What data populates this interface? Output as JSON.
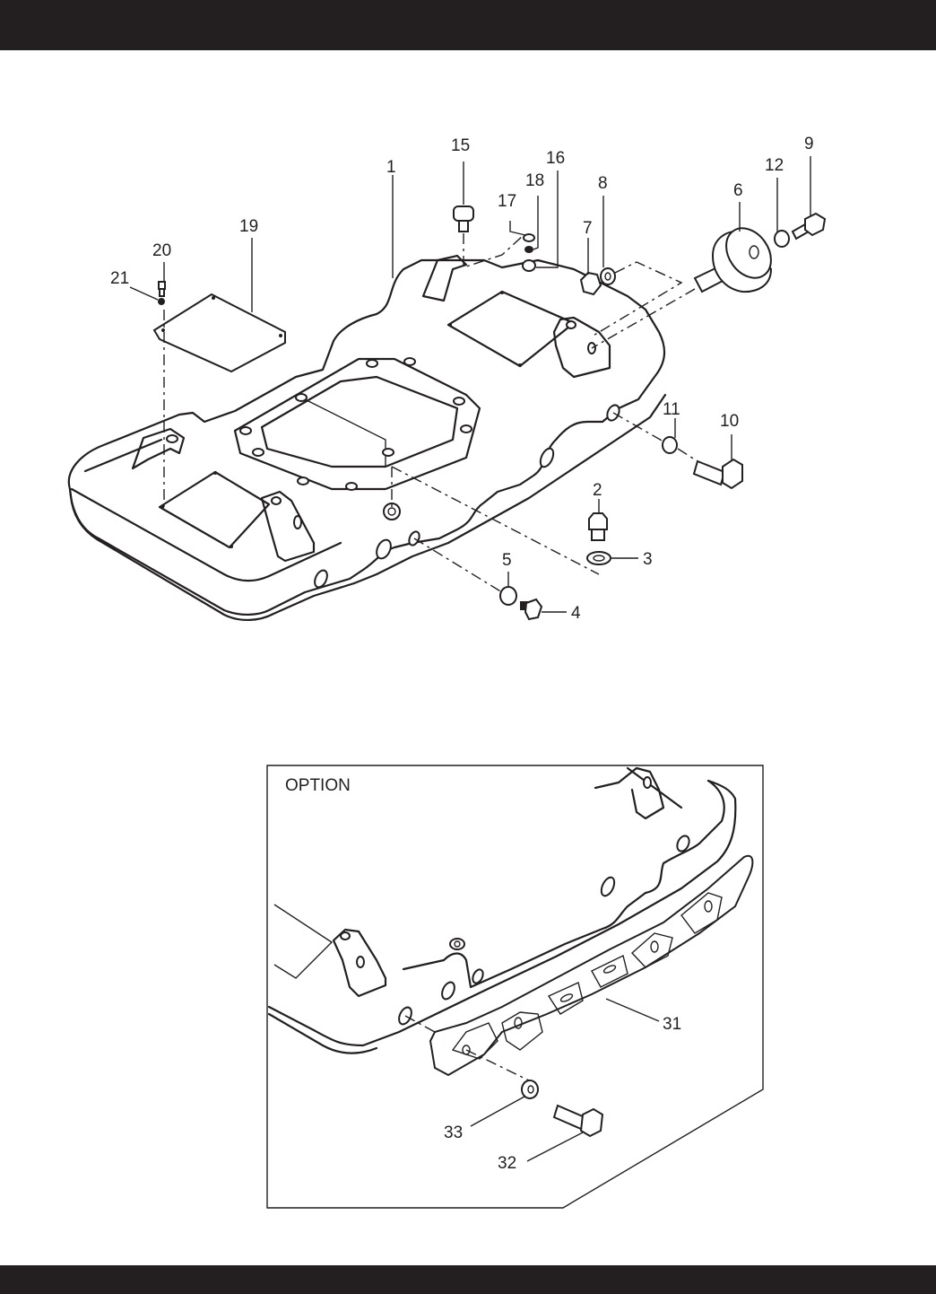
{
  "page": {
    "header_band": "",
    "footer_band": ""
  },
  "main_diagram": {
    "callouts": {
      "c1": "1",
      "c2": "2",
      "c3": "3",
      "c4": "4",
      "c5": "5",
      "c6": "6",
      "c7": "7",
      "c8": "8",
      "c9": "9",
      "c10": "10",
      "c11": "11",
      "c12": "12",
      "c15": "15",
      "c16": "16",
      "c17": "17",
      "c18": "18",
      "c19": "19",
      "c20": "20",
      "c21": "21"
    }
  },
  "option_diagram": {
    "title": "OPTION",
    "callouts": {
      "c31": "31",
      "c32": "32",
      "c33": "33"
    }
  },
  "colors": {
    "ink": "#231f20",
    "paper": "#ffffff"
  }
}
